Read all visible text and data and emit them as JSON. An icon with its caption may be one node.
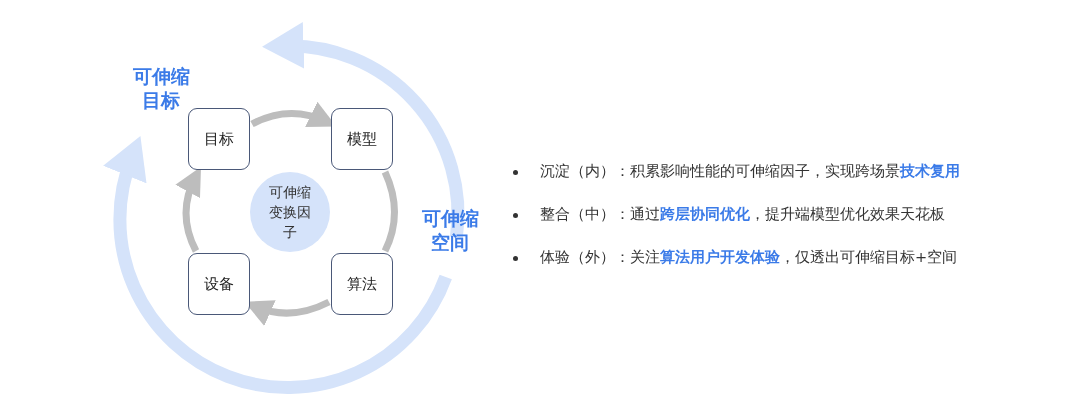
{
  "diagram": {
    "nodes": [
      {
        "text": [
          "目标"
        ]
      },
      {
        "text": [
          "模型"
        ]
      },
      {
        "text": [
          "可伸缩变换因子"
        ]
      },
      {
        "text": [
          "设备"
        ]
      },
      {
        "text": [
          "算法"
        ]
      }
    ],
    "edges": [
      {
        "from": 0,
        "to": 1,
        "arrow": "to"
      },
      {
        "from": 1,
        "to": 4,
        "arrow": "none"
      },
      {
        "from": 4,
        "to": 3,
        "arrow": "to"
      },
      {
        "from": 3,
        "to": 0,
        "arrow": "to"
      }
    ],
    "labels": [
      "可伸缩目标",
      "可伸缩空间",
      "沉淀（内）：积累影响性能的可伸缩因子，实现跨场景**技术复用**",
      "整合（中）：通过**跨层协同优化**，提升端模型优化效果天花板",
      "体验（外）：关注**算法用户开发体验**，仅透出可伸缩目标+空间"
    ]
  }
}
